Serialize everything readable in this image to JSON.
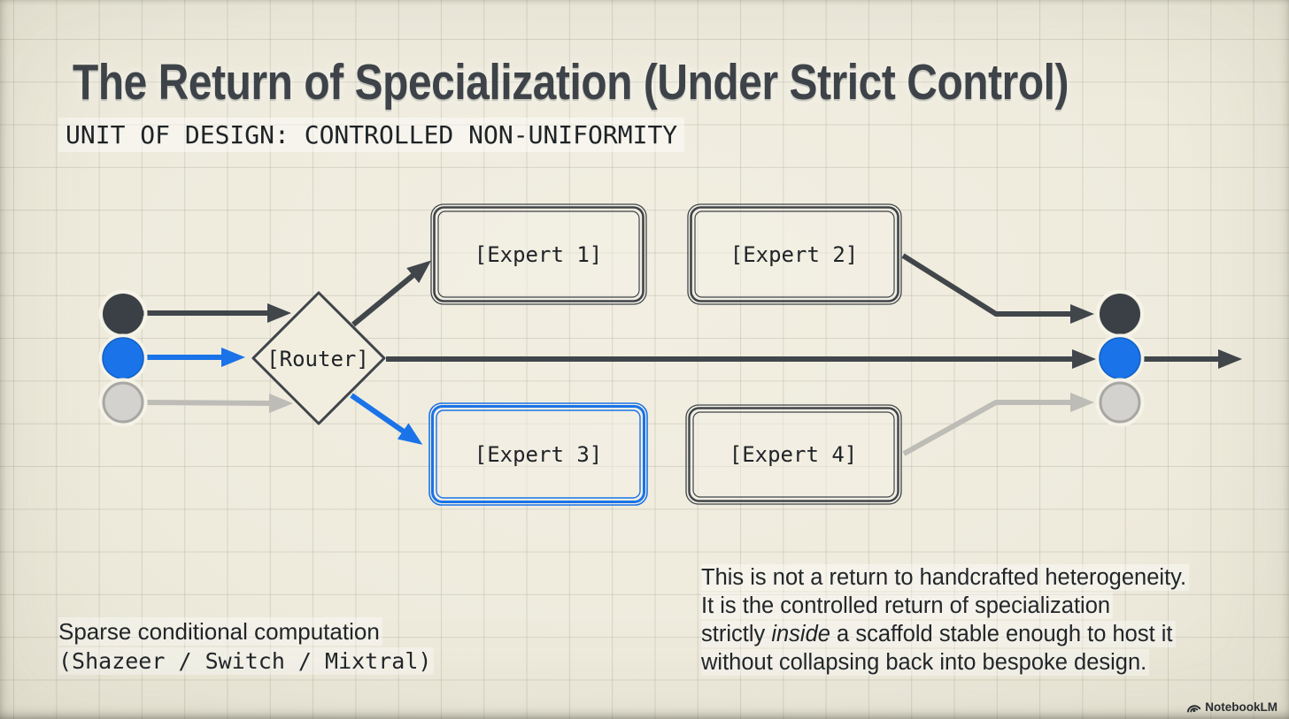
{
  "slide": {
    "title": "The Return of Specialization (Under Strict Control)",
    "subtitle": "UNIT OF DESIGN: CONTROLLED NON-UNIFORMITY"
  },
  "diagram": {
    "router_label": "[Router]",
    "experts": [
      {
        "label": "[Expert 1]",
        "highlight": false
      },
      {
        "label": "[Expert 2]",
        "highlight": false
      },
      {
        "label": "[Expert 3]",
        "highlight": true
      },
      {
        "label": "[Expert 4]",
        "highlight": false
      }
    ],
    "tokens": [
      {
        "name": "token-dark",
        "color": "#3a4045"
      },
      {
        "name": "token-blue",
        "color": "#1a73e8"
      },
      {
        "name": "token-gray",
        "color": "#d3d2ce"
      }
    ]
  },
  "captions": {
    "left_line1": "Sparse conditional computation",
    "left_line2": "(Shazeer / Switch / Mixtral)",
    "right_line1": "This is not a return to handcrafted heterogeneity.",
    "right_line2": "It is the controlled return of specialization",
    "right_line3_pre": "strictly ",
    "right_line3_em": "inside",
    "right_line3_post": " a scaffold stable enough to host it",
    "right_line4": "without collapsing back into bespoke design."
  },
  "watermark": {
    "label": "NotebookLM"
  },
  "colors": {
    "background": "#efecdf",
    "grid_line": "#d8d5c6",
    "ink_dark": "#41464b",
    "accent_blue": "#1a73e8",
    "muted_gray": "#bdbcb6",
    "label_ink": "#202427"
  }
}
